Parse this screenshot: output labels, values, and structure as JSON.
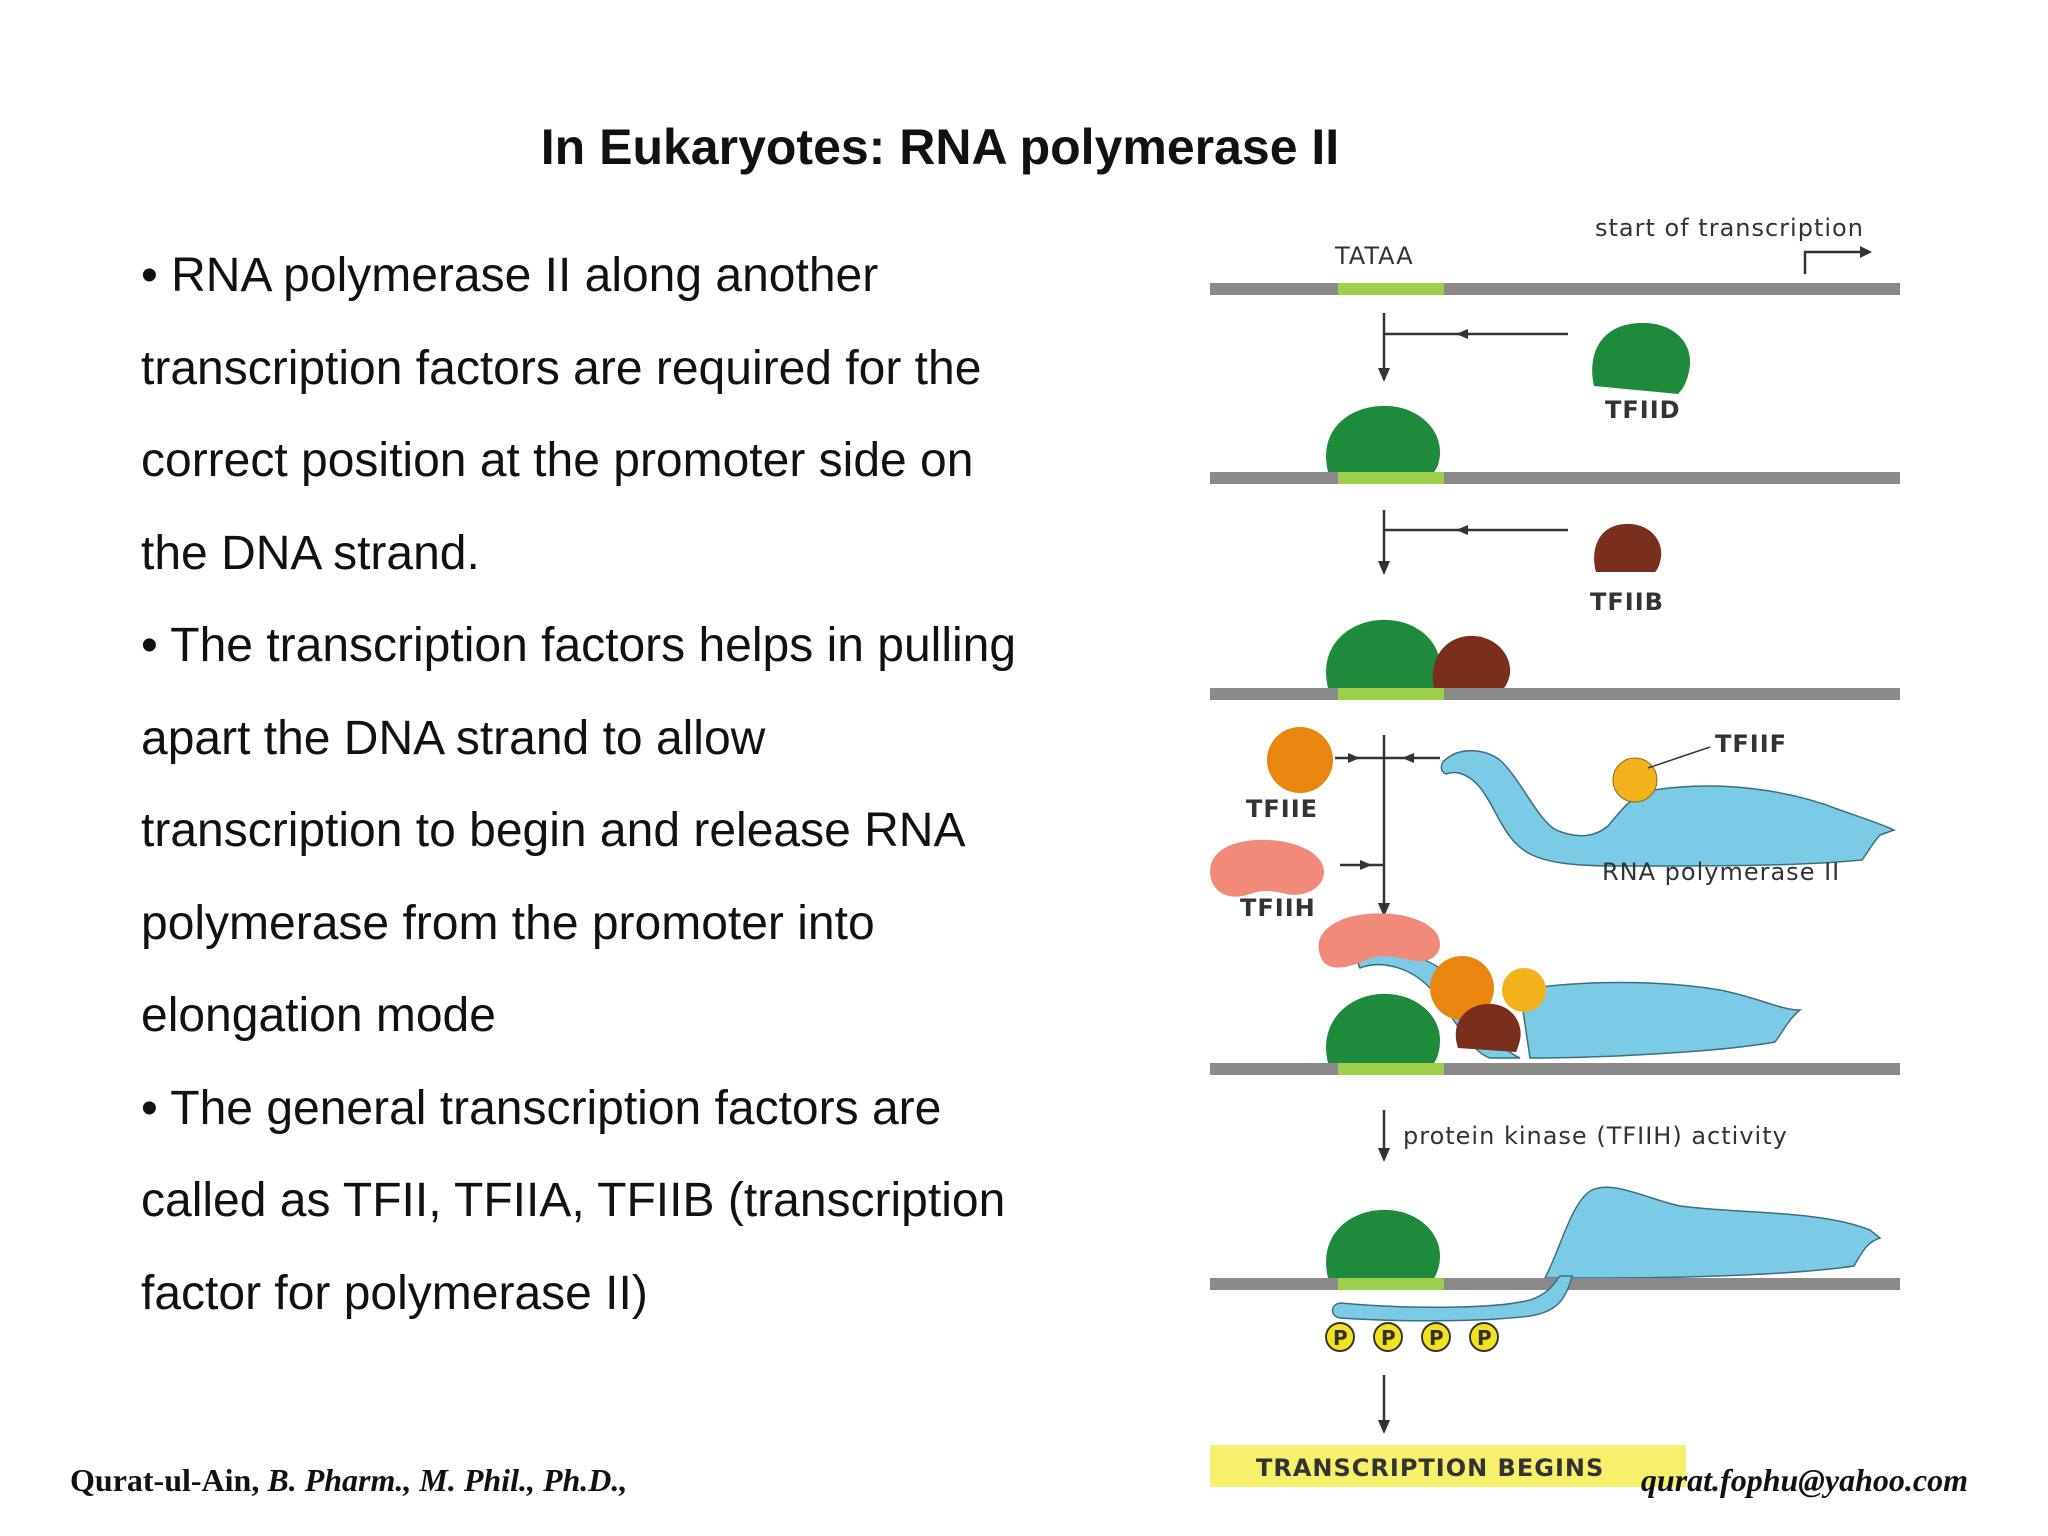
{
  "slide": {
    "title": "In Eukaryotes: RNA polymerase II",
    "body_lines": [
      "• RNA polymerase II along another",
      "transcription factors are required for the",
      "correct position at the promoter side on",
      "the DNA strand.",
      "• The transcription factors helps in pulling",
      "apart the DNA strand to allow",
      "transcription to begin and release RNA",
      "polymerase from the promoter into",
      "elongation mode",
      "• The general transcription factors are",
      "called as TFII, TFIIA, TFIIB (transcription",
      "factor for polymerase II)"
    ]
  },
  "footer": {
    "author": "Qurat-ul-Ain,",
    "credentials": "B. Pharm., M. Phil., Ph.D.,",
    "email": "qurat.fophu@yahoo.com"
  },
  "diagram": {
    "start_label": "start of transcription",
    "tataa_label": "TATAA",
    "tfiid_label": "TFIID",
    "tfiib_label": "TFIIB",
    "tfiif_label": "TFIIF",
    "tfiie_label": "TFIIE",
    "tfiih_label": "TFIIH",
    "polymerase_label": "RNA polymerase II",
    "kinase_label": "protein kinase (TFIIH) activity",
    "phosphate_label": "P",
    "begins_label": "TRANSCRIPTION BEGINS",
    "colors": {
      "dna": "#8a8a8a",
      "tataa_box": "#9ccf4a",
      "tfiid": "#1e8a3c",
      "tfiib": "#7a2e1c",
      "tfiie": "#e8860f",
      "tfiif": "#f2b21c",
      "tfiih": "#f28a7a",
      "polymerase": "#7ccbe6",
      "phosphate": "#f2e21c",
      "banner": "#f6f06a"
    }
  }
}
